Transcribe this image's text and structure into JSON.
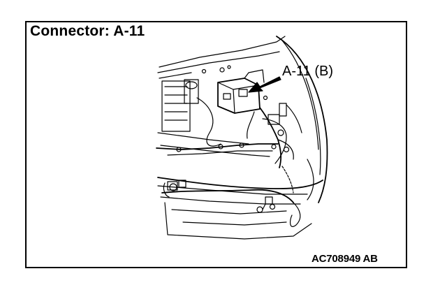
{
  "diagram": {
    "title": "Connector: A-11",
    "callout_label": "A-11 (B)",
    "figure_code": "AC708949 AB"
  }
}
